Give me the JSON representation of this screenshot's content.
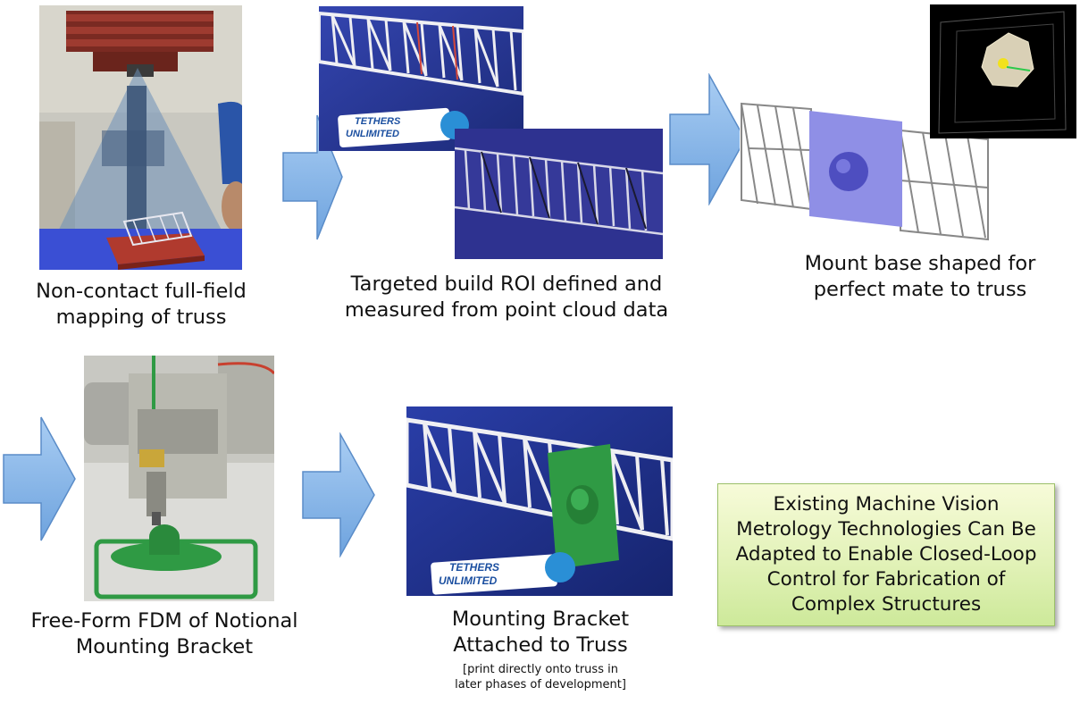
{
  "steps": [
    {
      "caption_lines": [
        "Non-contact full-field",
        "mapping of truss"
      ]
    },
    {
      "caption_lines": [
        "Targeted build ROI defined and",
        "measured from point cloud data"
      ],
      "logo_lines": [
        "TETHERS",
        "UNLIMITED"
      ]
    },
    {
      "caption_lines": [
        "Mount base shaped for",
        "perfect mate to truss"
      ]
    },
    {
      "caption_lines": [
        "Free-Form FDM of Notional",
        "Mounting Bracket"
      ]
    },
    {
      "caption_lines": [
        "Mounting Bracket",
        "Attached to Truss"
      ],
      "note_lines": [
        "[print directly onto truss in",
        "later phases of development]"
      ],
      "logo_lines": [
        "TETHERS",
        "UNLIMITED"
      ]
    }
  ],
  "conclusion": {
    "lines": [
      "Existing Machine Vision",
      "Metrology Technologies Can Be",
      "Adapted to Enable Closed-Loop",
      "Control for Fabrication of",
      "Complex Structures"
    ]
  },
  "colors": {
    "arrow_fill": "#7fb0e4",
    "arrow_stroke": "#5a8cc8",
    "conclusion_fill": "#e2f2b8",
    "mount_base": "#8f8fe6",
    "bracket_green": "#2f9a44"
  }
}
